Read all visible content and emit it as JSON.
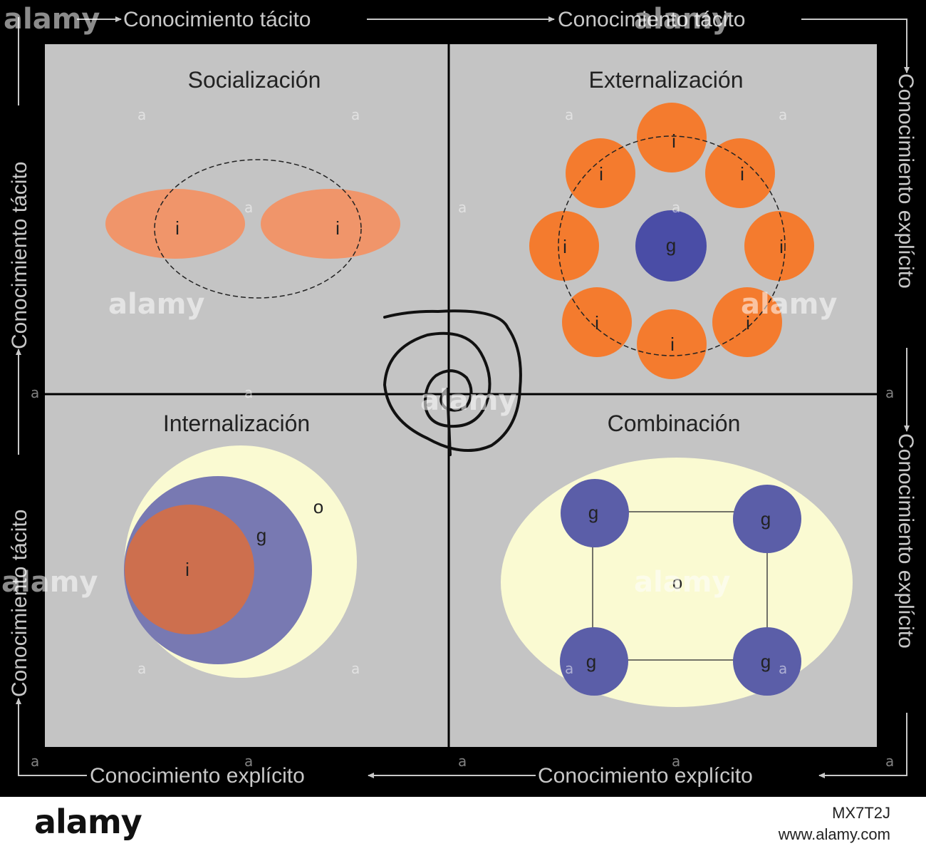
{
  "edges": {
    "top_left": "Conocimiento tácito",
    "top_right": "Conocimiento tácito",
    "left_upper": "Conocimiento tácito",
    "left_lower": "Conocimiento tácito",
    "right_upper": "Conocimiento explícito",
    "right_lower": "Conocimiento explícito",
    "bottom_left": "Conocimiento explícito",
    "bottom_right": "Conocimiento explícito"
  },
  "quadrants": {
    "socializacion": {
      "title": "Socialización",
      "labels": [
        "i",
        "i"
      ]
    },
    "externalizacion": {
      "title": "Externalización",
      "outer_label": "i",
      "center_label": "g"
    },
    "internalizacion": {
      "title": "Internalización",
      "labels": {
        "inner": "i",
        "middle": "g",
        "outer": "o"
      }
    },
    "combinacion": {
      "title": "Combinación",
      "node_label": "g",
      "center_label": "o"
    }
  },
  "watermark": {
    "text": "alamy",
    "small_mark": "a",
    "stock_id": "MX7T2J",
    "url": "www.alamy.com"
  },
  "colors": {
    "background": "#000000",
    "panel": "#c4c4c4",
    "orange": "#f5803a",
    "light_orange": "#f0956a",
    "blue": "#5558a8",
    "lavender": "#7879b2",
    "terracotta": "#cd6f4e",
    "cream": "#fafad2",
    "edge_text": "#c8c8c8"
  }
}
